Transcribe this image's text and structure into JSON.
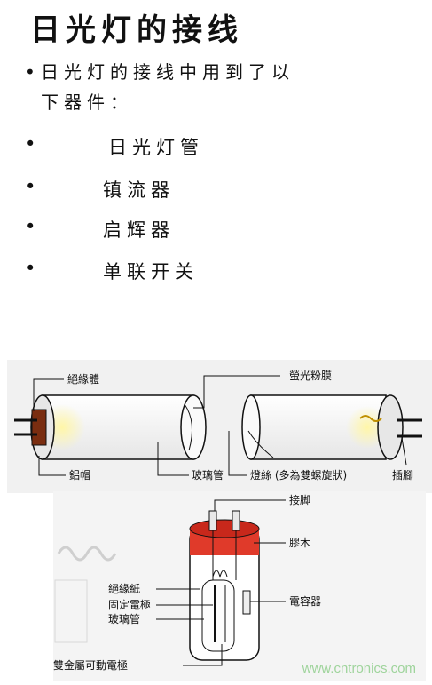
{
  "title": "日光灯的接线",
  "intro": {
    "bullet": "•",
    "line1": "日光灯的接线中用到了以",
    "line2": "下器件："
  },
  "components": [
    {
      "bullet": "•",
      "label": "日光灯管"
    },
    {
      "bullet": "•",
      "label": "镇流器"
    },
    {
      "bullet": "•",
      "label": "启辉器"
    },
    {
      "bullet": "•",
      "label": "单联开关"
    }
  ],
  "tube_diagram": {
    "insulator": "絕緣體",
    "phosphor": "螢光粉膜",
    "cap": "鋁帽",
    "glass_tube": "玻璃管",
    "filament": "燈絲 (多為雙螺旋狀)",
    "pins": "插腳"
  },
  "starter_diagram": {
    "pins": "接脚",
    "bakelite": "膠木",
    "capacitor": "電容器",
    "insulating_paper": "絕緣紙",
    "fixed_electrode": "固定電極",
    "glass_tube": "玻璃管",
    "bimetal_electrode": "雙金屬可動電極"
  },
  "watermark": "www.cntronics.com"
}
